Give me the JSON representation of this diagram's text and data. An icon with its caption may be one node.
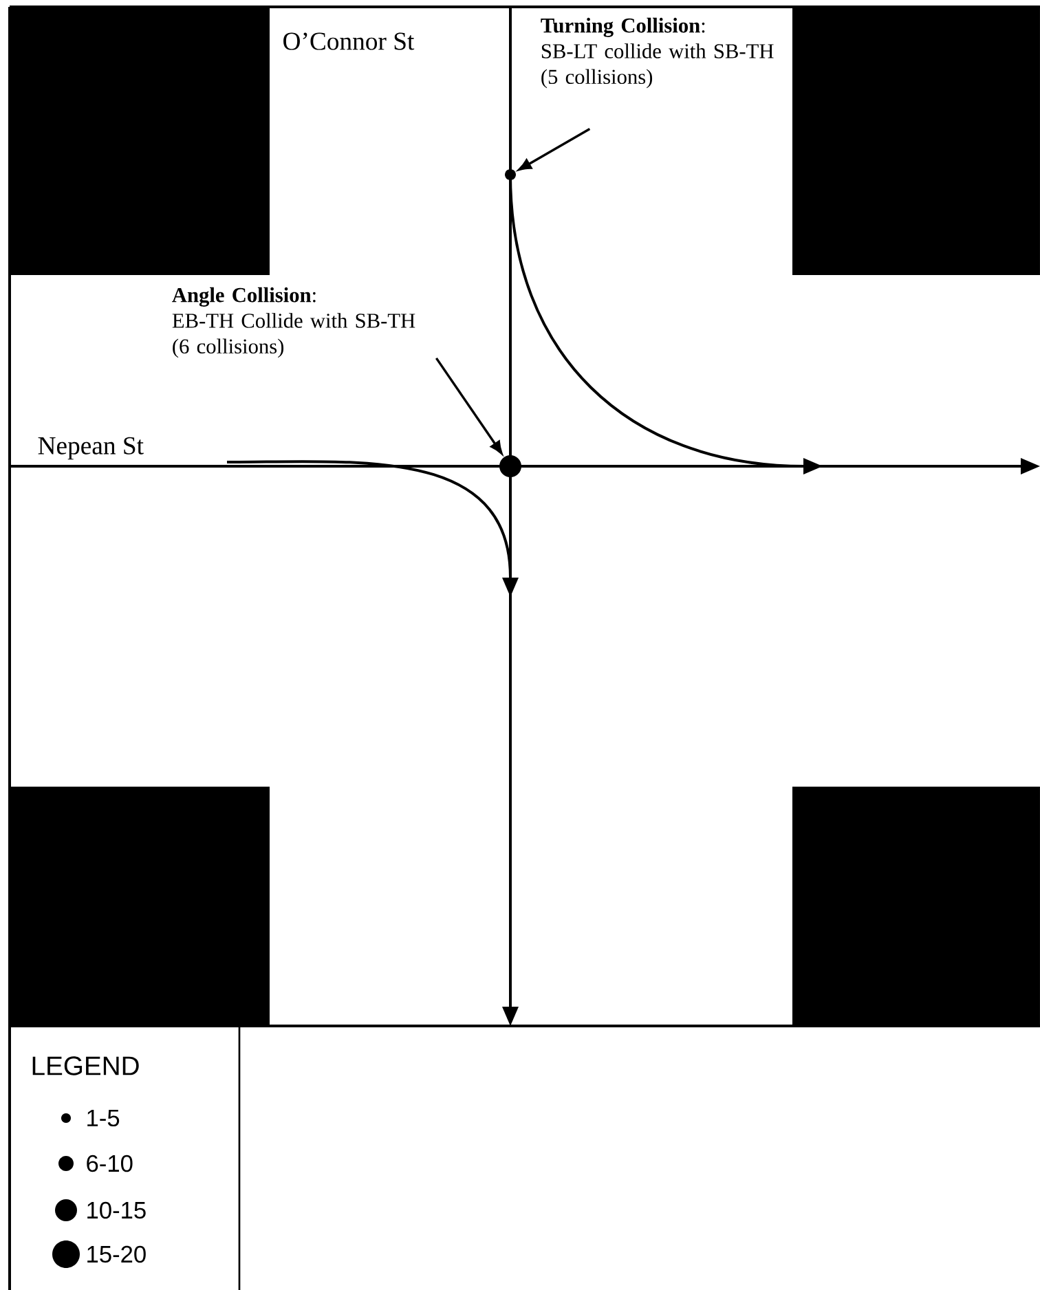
{
  "diagram": {
    "nodes": [
      {
        "text": [
          "**Turning Collision**:",
          "SB-LT collide with SB-TH (5 collisions)"
        ]
      },
      {
        "text": [],
        "shape": "circle"
      },
      {
        "text": [
          "**Angle Collision**:",
          "EB-TH Collide with SB-TH (6 collisions)"
        ]
      },
      {
        "text": [],
        "shape": "circle"
      }
    ],
    "edges": [
      {
        "from": 0,
        "to": 1,
        "arrow": "to"
      },
      {
        "from": 2,
        "to": 3,
        "arrow": "to"
      }
    ],
    "labels": [
      "O’Connor St",
      "Nepean St",
      "LEGEND"
    ],
    "legend": [
      {
        "text": "1-5"
      },
      {
        "text": "6-10"
      },
      {
        "text": "10-15"
      },
      {
        "text": "15-20"
      }
    ]
  }
}
